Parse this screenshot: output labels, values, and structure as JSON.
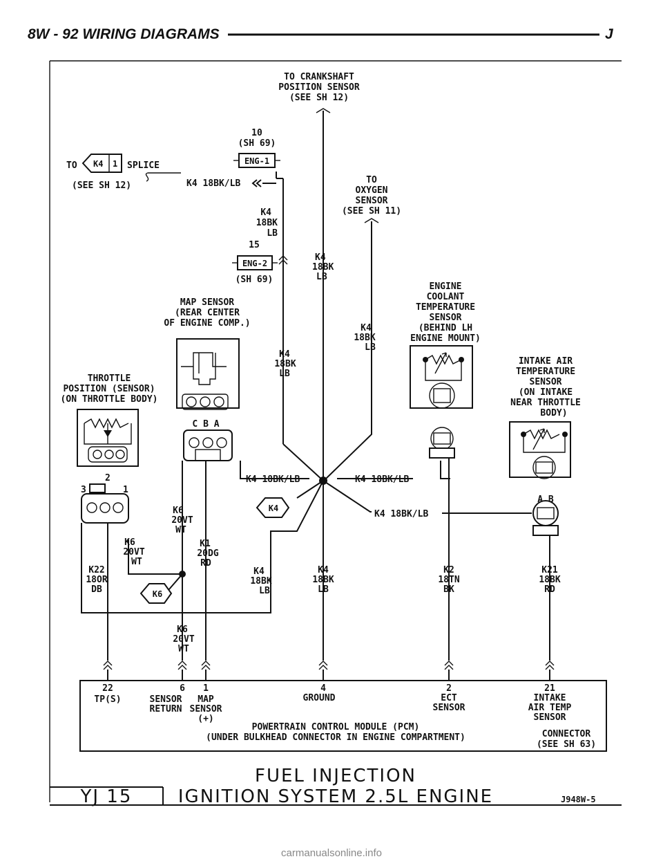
{
  "header": {
    "left": "8W - 92  WIRING DIAGRAMS",
    "right": "J"
  },
  "labels": {
    "crank": [
      "TO CRANKSHAFT",
      "POSITION SENSOR",
      "(SEE SH 12)"
    ],
    "to_splice_to": "TO",
    "splice_id": "K4",
    "splice_num": "1",
    "splice_word": "SPLICE",
    "splice_see": "(SEE SH 12)",
    "k4_top": "K4 18BK/LB",
    "eng1_num": "10",
    "eng1_sh": "(SH 69)",
    "eng1": "ENG-1",
    "k4_a": [
      "K4",
      "18BK",
      "LB"
    ],
    "eng2_num": "15",
    "eng2": "ENG-2",
    "eng2_sh": "(SH 69)",
    "k4_b": [
      "K4",
      "18BK",
      "LB"
    ],
    "oxy": [
      "TO",
      "OXYGEN",
      "SENSOR",
      "(SEE SH 11)"
    ],
    "map": [
      "MAP SENSOR",
      "(REAR CENTER",
      "OF ENGINE COMP.)"
    ],
    "k4_c": [
      "K4",
      "18BK",
      "LB"
    ],
    "ect": [
      "ENGINE",
      "COOLANT",
      "TEMPERATURE",
      "SENSOR",
      "(BEHIND LH",
      "ENGINE MOUNT)"
    ],
    "k4_d": [
      "K4",
      "18BK",
      "LB"
    ],
    "tps": [
      "THROTTLE",
      "POSITION (SENSOR)",
      "(ON THROTTLE BODY)"
    ],
    "iat": [
      "INTAKE AIR",
      "TEMPERATURE",
      "SENSOR",
      "(ON INTAKE",
      "NEAR THROTTLE",
      "BODY)"
    ],
    "cba": "C B A",
    "ab": "A B",
    "pins_321": [
      "3",
      "2",
      "1"
    ],
    "k4_mid_left": "K4 18BK/LB",
    "k4_mid_right": "K4 18BK/LB",
    "k4_low_right": "K4 18BK/LB",
    "k4_tag": "K4",
    "k6_tag": "K6",
    "k6_a": [
      "K6",
      "20VT",
      "WT"
    ],
    "k6_b": [
      "K6",
      "20VT",
      "WT"
    ],
    "k6_c": [
      "K6",
      "20VT",
      "WT"
    ],
    "k1": [
      "K1",
      "20DG",
      "RD"
    ],
    "k22": [
      "K22",
      "18OR",
      "DB"
    ],
    "k4_e": [
      "K4",
      "18BK",
      "LB"
    ],
    "k4_f": [
      "K4",
      "18BK",
      "LB"
    ],
    "k2": [
      "K2",
      "18TN",
      "BK"
    ],
    "k21": [
      "K21",
      "18BK",
      "RD"
    ]
  },
  "pcm": {
    "pins": [
      {
        "num": "22",
        "desc": [
          "TP(S)"
        ]
      },
      {
        "num": "6",
        "desc": [
          "SENSOR",
          "RETURN"
        ]
      },
      {
        "num": "1",
        "desc": [
          "MAP",
          "SENSOR",
          "(+)"
        ]
      },
      {
        "num": "4",
        "desc": [
          "GROUND"
        ]
      },
      {
        "num": "2",
        "desc": [
          "ECT",
          "SENSOR"
        ]
      },
      {
        "num": "21",
        "desc": [
          "INTAKE",
          "AIR TEMP",
          "SENSOR"
        ]
      }
    ],
    "title": "POWERTRAIN CONTROL MODULE (PCM)",
    "subtitle": "(UNDER BULKHEAD CONNECTOR IN ENGINE COMPARTMENT)",
    "connector": [
      "CONNECTOR",
      "(SEE SH 63)"
    ]
  },
  "title_block": {
    "code": "YJ 15",
    "line1": "FUEL INJECTION",
    "line2": "IGNITION SYSTEM 2.5L ENGINE",
    "fig": "J948W-5"
  },
  "footer": "carmanualsonline.info"
}
